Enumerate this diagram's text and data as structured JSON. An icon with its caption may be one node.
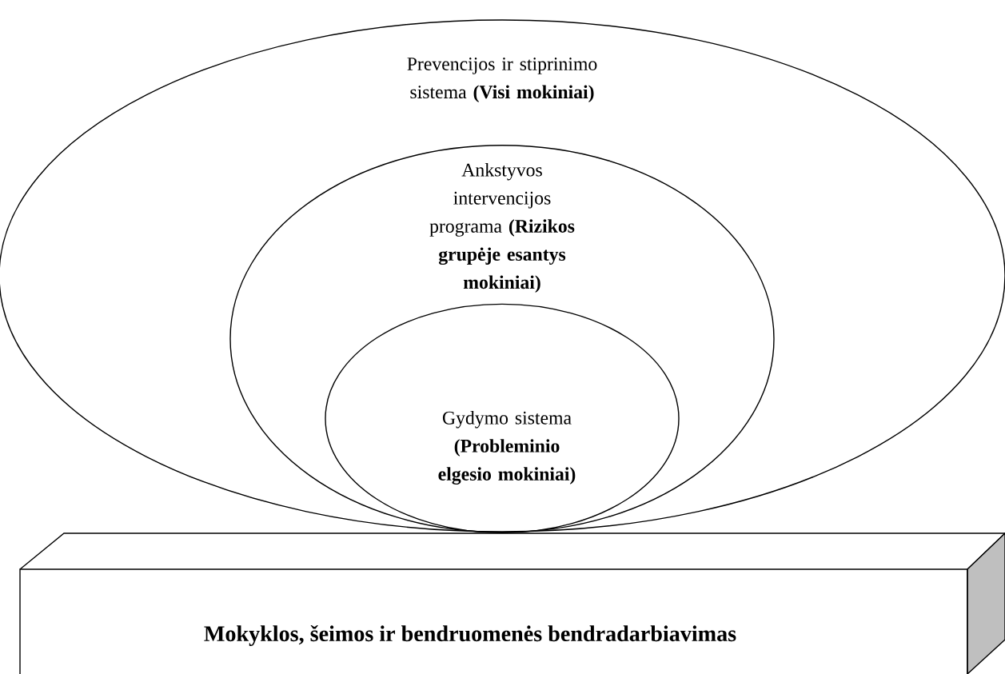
{
  "diagram": {
    "nodes": [
      {
        "text": [
          "Prevencijos ir stiprinimo sistema **(Visi mokiniai)**"
        ]
      },
      {
        "text": [
          "Ankstyvos intervencijos programa **(Rizikos grupėje esantys mokiniai)**"
        ],
        "in": 0
      },
      {
        "text": [
          "Gydymo sistema **(Probleminio elgesio mokiniai)**"
        ],
        "in": 1
      },
      {
        "text": [
          "Mokyklos, šeimos ir bendruomenės bendradarbiavimas"
        ]
      }
    ]
  }
}
